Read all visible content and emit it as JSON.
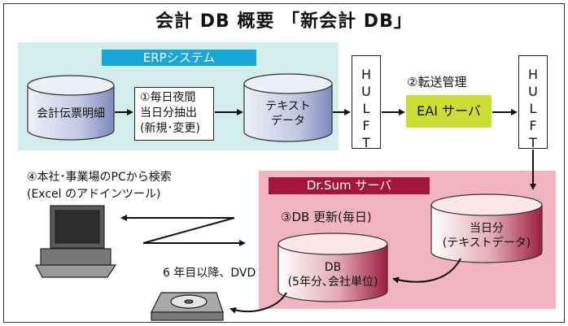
{
  "title": "会計 DB 概要 「新会計 DB」",
  "erp": {
    "label": "ERPシステム",
    "source_db": "会計伝票明細",
    "step1": [
      "①毎日夜間",
      "当日分抽出",
      "(新規･変更)"
    ],
    "text_data": [
      "テキスト",
      "データ"
    ]
  },
  "hulft_left": [
    "H",
    "U",
    "L",
    "F",
    "T"
  ],
  "hulft_right": [
    "H",
    "U",
    "L",
    "F",
    "T"
  ],
  "transfer": {
    "label": "②転送管理",
    "server": "EAI サーバ"
  },
  "drsum": {
    "label": "Dr.Sum サーバ",
    "step3": "③DB 更新(毎日)",
    "today_db": [
      "当日分",
      "(テキストデータ)"
    ],
    "db": [
      "DB",
      "(5年分､会社単位)"
    ]
  },
  "pc": {
    "line1": "④本社･事業場のPCから検索",
    "line2": "(Excel のアドインツール)"
  },
  "dvd": {
    "label": "6 年目以降、DVD"
  },
  "colors": {
    "erp_bg": "#d3ecec",
    "erp_label": "#19a6d8",
    "eai": "#ccdd33",
    "drsum_bg": "#f2b4bf",
    "drsum_label": "#a3163a",
    "cyl_erp": "#9aa6cf",
    "cyl_drsum": "#b5364f"
  }
}
